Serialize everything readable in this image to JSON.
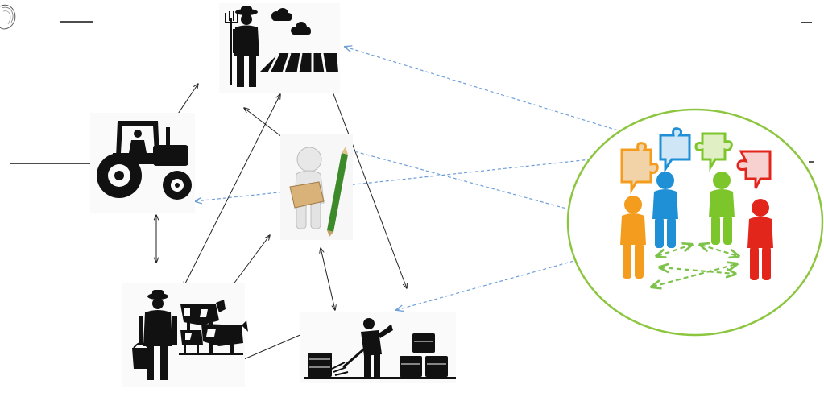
{
  "diagram": {
    "nodes": [
      {
        "id": "farmer-field",
        "icon": "farmer-with-pitchfork-and-ploughed-field"
      },
      {
        "id": "tractor",
        "icon": "tractor"
      },
      {
        "id": "researcher",
        "icon": "3d-figure-with-pencil-and-paper"
      },
      {
        "id": "livestock-farmer",
        "icon": "farmer-with-bucket-and-cows"
      },
      {
        "id": "hay-worker",
        "icon": "worker-with-pitchfork-and-hay-bales"
      },
      {
        "id": "stakeholder-group",
        "icon": "colored-people-with-puzzle-speech-bubbles"
      }
    ],
    "links": [
      {
        "from": "farmer-field",
        "to": "tractor",
        "style": "solid",
        "direction": "both"
      },
      {
        "from": "farmer-field",
        "to": "researcher",
        "style": "solid",
        "direction": "both"
      },
      {
        "from": "farmer-field",
        "to": "livestock-farmer",
        "style": "solid",
        "direction": "both"
      },
      {
        "from": "farmer-field",
        "to": "hay-worker",
        "style": "solid",
        "direction": "both"
      },
      {
        "from": "tractor",
        "to": "livestock-farmer",
        "style": "solid",
        "direction": "both"
      },
      {
        "from": "researcher",
        "to": "livestock-farmer",
        "style": "solid",
        "direction": "both"
      },
      {
        "from": "researcher",
        "to": "hay-worker",
        "style": "solid",
        "direction": "both"
      },
      {
        "from": "livestock-farmer",
        "to": "hay-worker",
        "style": "solid",
        "direction": "both"
      },
      {
        "from": "stakeholder-group",
        "to": "farmer-field",
        "style": "dashed",
        "direction": "both"
      },
      {
        "from": "stakeholder-group",
        "to": "researcher",
        "style": "dashed",
        "direction": "both"
      },
      {
        "from": "stakeholder-group",
        "to": "tractor",
        "style": "dashed",
        "direction": "both"
      },
      {
        "from": "stakeholder-group",
        "to": "hay-worker",
        "style": "dashed",
        "direction": "both"
      }
    ],
    "colors": {
      "solid_link": "#222222",
      "dashed_link": "#6f9fd8",
      "group_outline": "#8cc63f",
      "inner_link": "#7dc24b",
      "person_orange": "#f39c1d",
      "person_blue": "#1f8fd6",
      "person_green": "#7cc62c",
      "person_red": "#e3261c"
    }
  }
}
